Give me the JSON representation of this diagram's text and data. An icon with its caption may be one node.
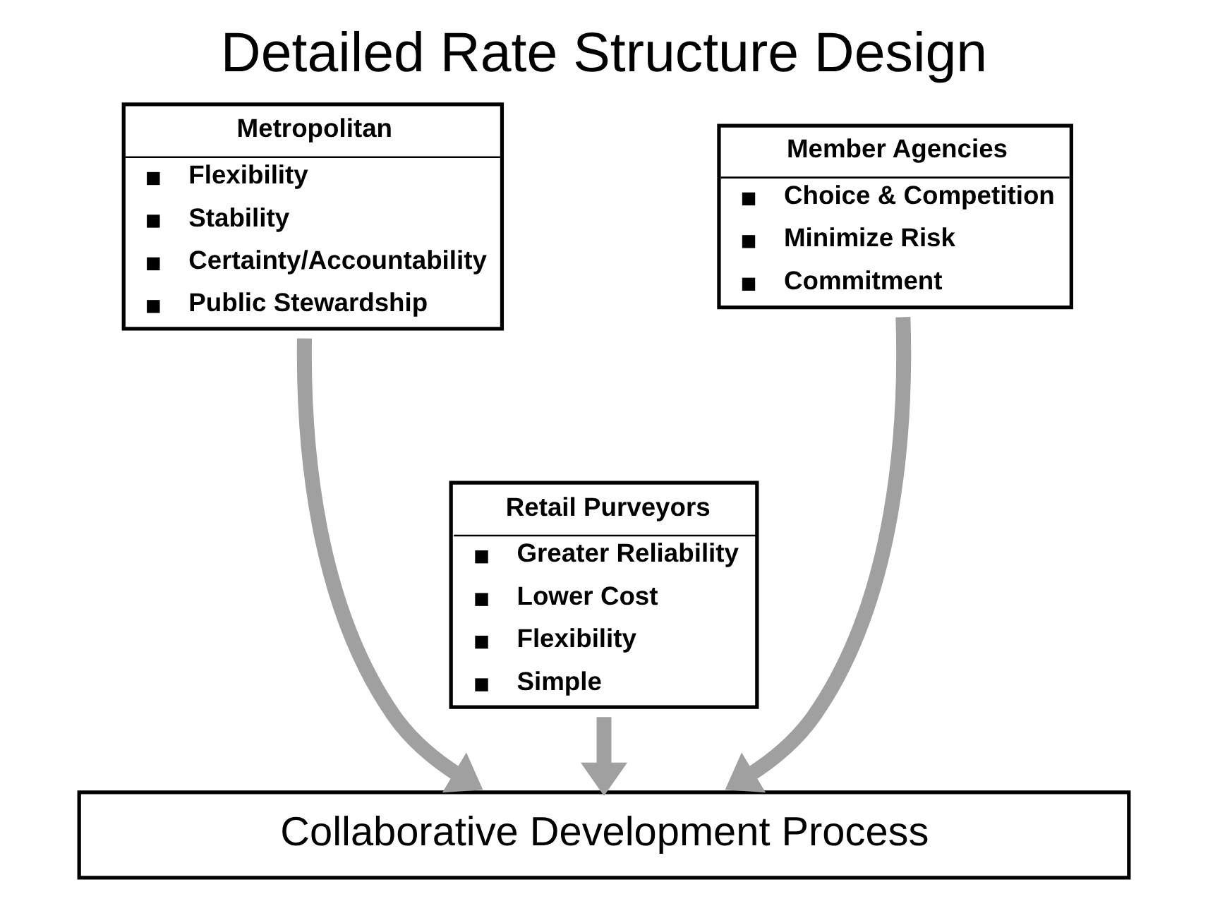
{
  "diagram": {
    "title": "Detailed Rate Structure Design",
    "nodes": [
      {
        "text": [
          "Metropolitan",
          "Flexibility",
          "Stability",
          "Certainty/Accountability",
          "Public Stewardship"
        ]
      },
      {
        "text": [
          "Member Agencies",
          "Choice & Competition",
          "Minimize Risk",
          "Commitment"
        ]
      },
      {
        "text": [
          "Retail Purveyors",
          "Greater Reliability",
          "Lower Cost",
          "Flexibility",
          "Simple"
        ]
      },
      {
        "text": [
          "Collaborative Development Process"
        ]
      }
    ],
    "edges": [
      {
        "from": 0,
        "to": 3,
        "arrow": "to"
      },
      {
        "from": 2,
        "to": 3,
        "arrow": "to"
      },
      {
        "from": 1,
        "to": 3,
        "arrow": "to"
      }
    ]
  }
}
